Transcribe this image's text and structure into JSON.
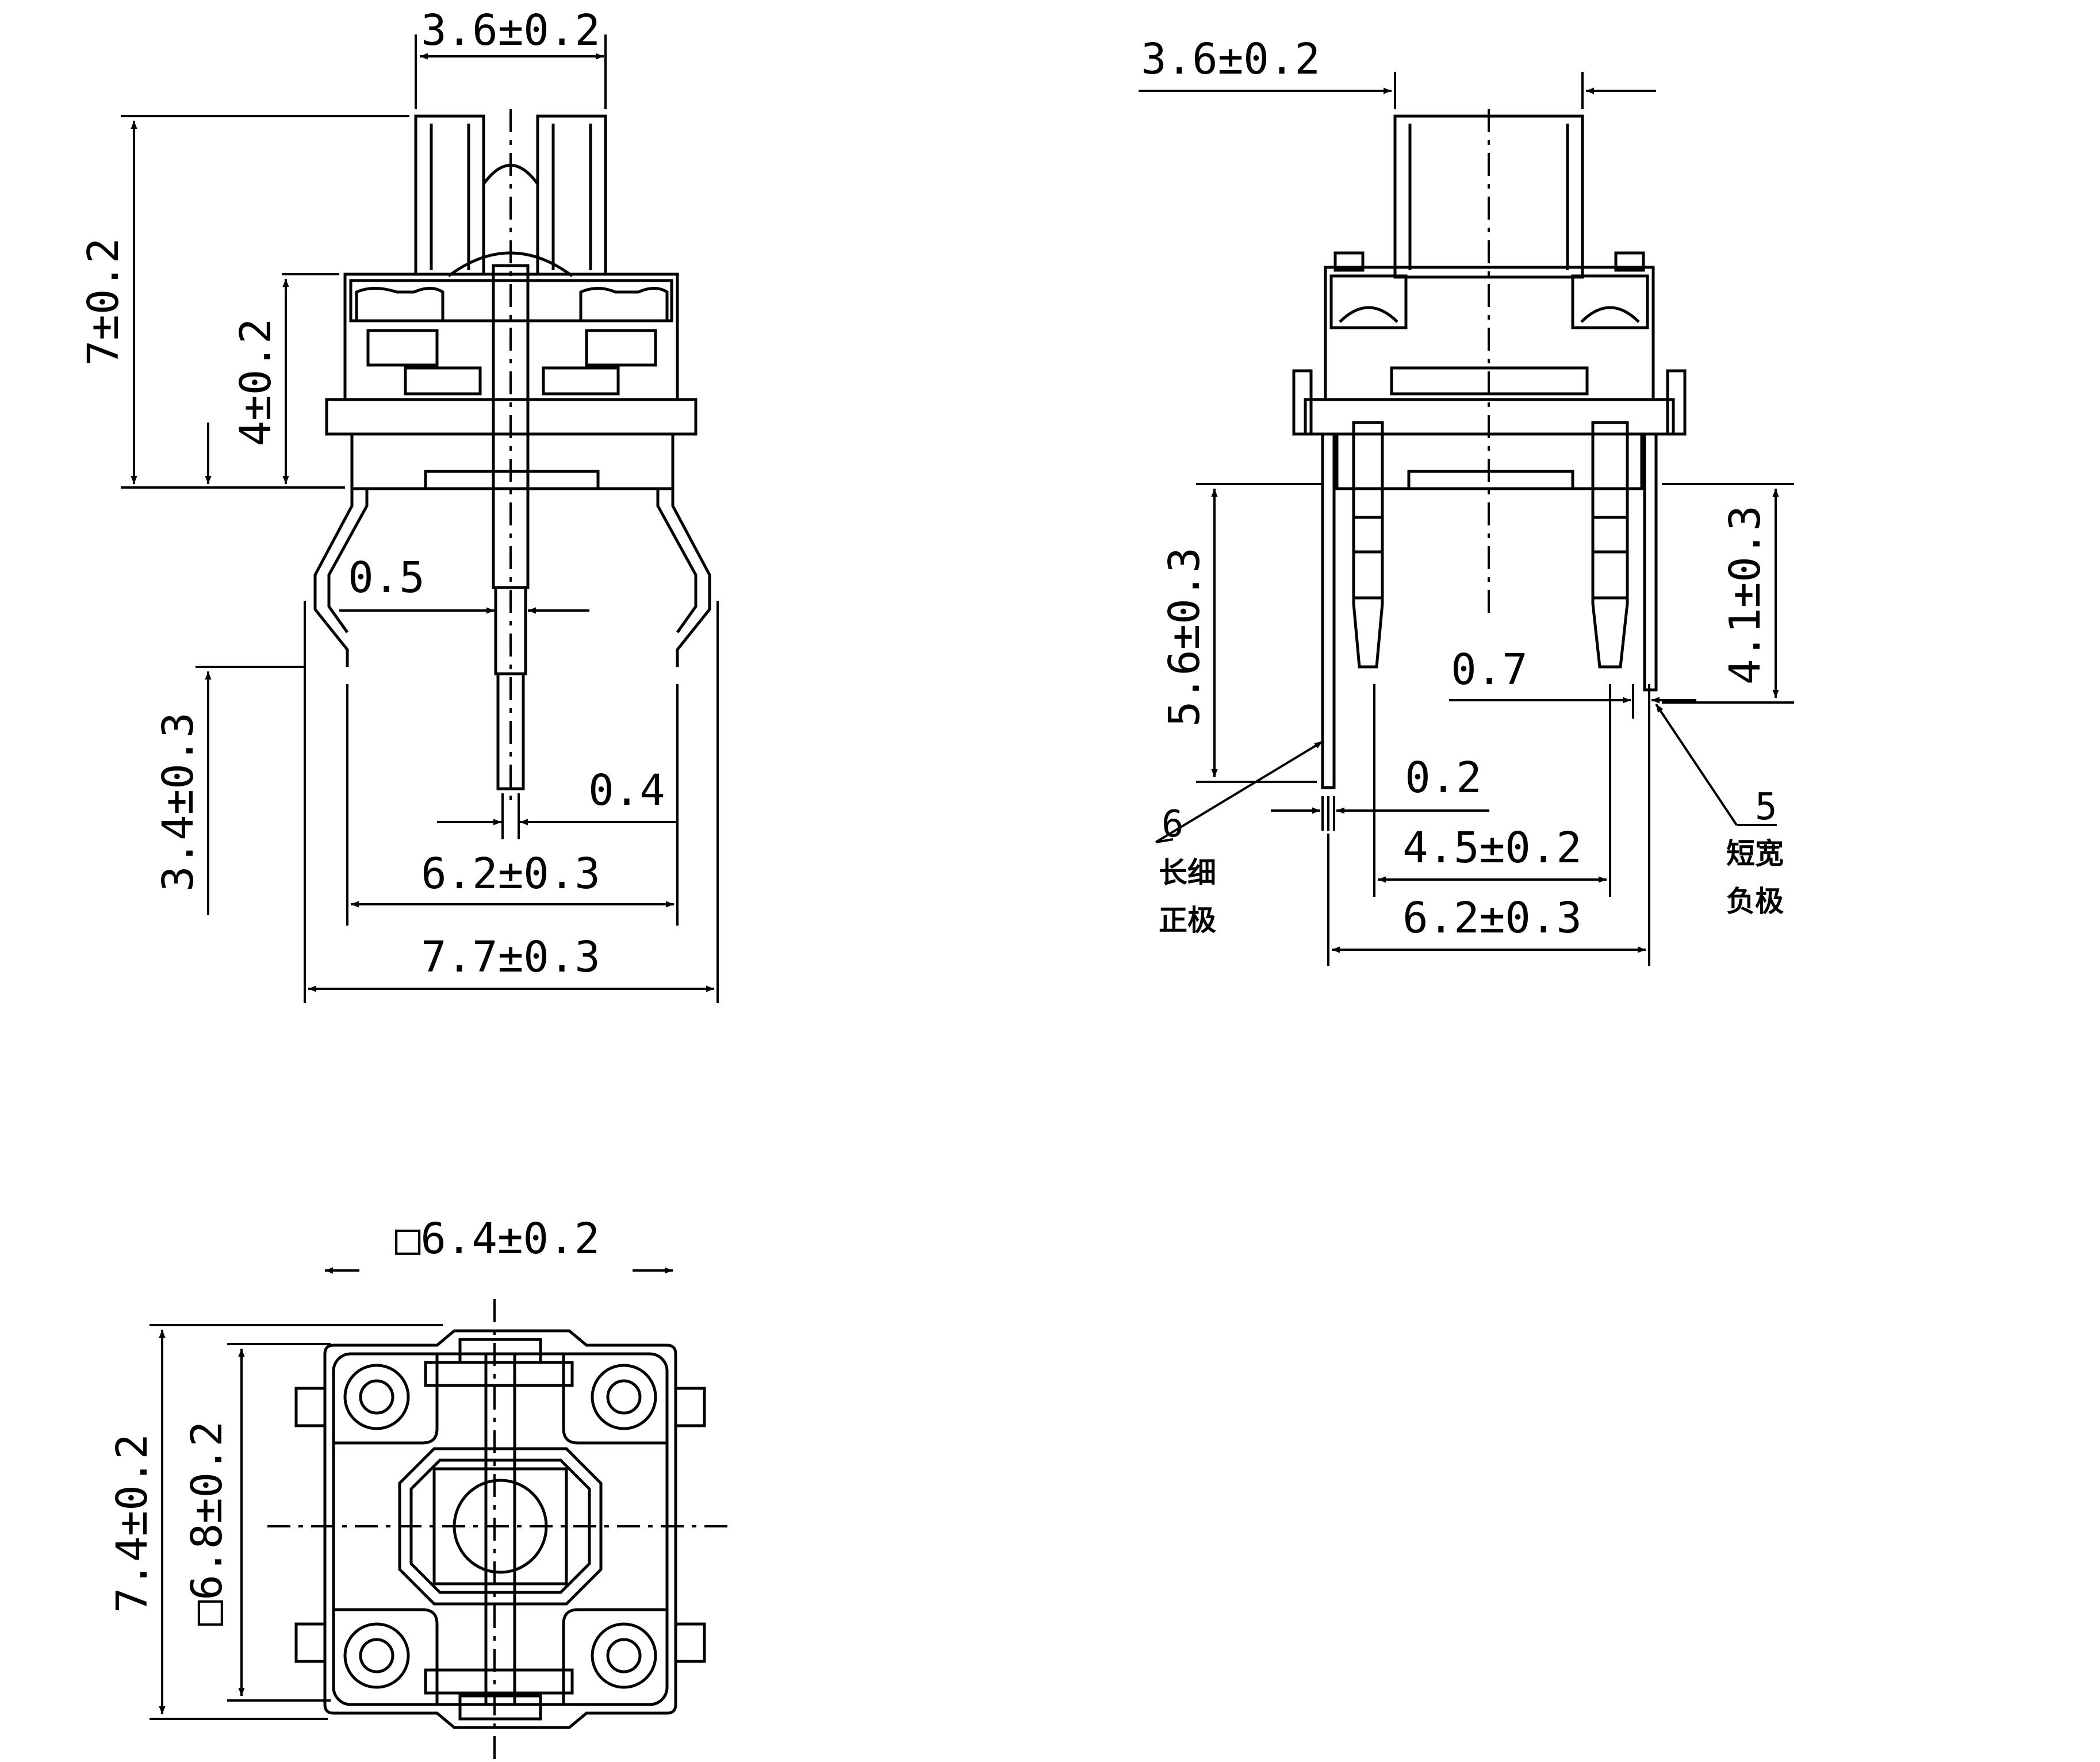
{
  "views": {
    "front": {
      "dims": {
        "top_width": "3.6±0.2",
        "total_height": "7±0.2",
        "body_height": "4±0.2",
        "pin_pitch_small": "0.5",
        "pin_length": "3.4±0.3",
        "pin_width": "0.4",
        "pin_spacing": "6.2±0.3",
        "outer_width": "7.7±0.3"
      }
    },
    "side": {
      "dims": {
        "top_width": "3.6±0.2",
        "long_lead_length": "5.6±0.3",
        "short_lead_length": "4.1±0.3",
        "lead_thickness_wide": "0.7",
        "lead_thickness_thin": "0.2",
        "lead_spacing_inner": "4.5±0.2",
        "lead_spacing_outer": "6.2±0.3"
      },
      "callouts": {
        "positive": {
          "number": "6",
          "line1": "长细",
          "line2": "正极"
        },
        "negative": {
          "number": "5",
          "line1": "短宽",
          "line2": "负极"
        }
      }
    },
    "top": {
      "dims": {
        "square_size": "□6.4±0.2",
        "outer_height": "7.4±0.2",
        "square_inner": "□6.8±0.2"
      }
    }
  },
  "colors": {
    "line": "#000000",
    "background": "#ffffff"
  }
}
